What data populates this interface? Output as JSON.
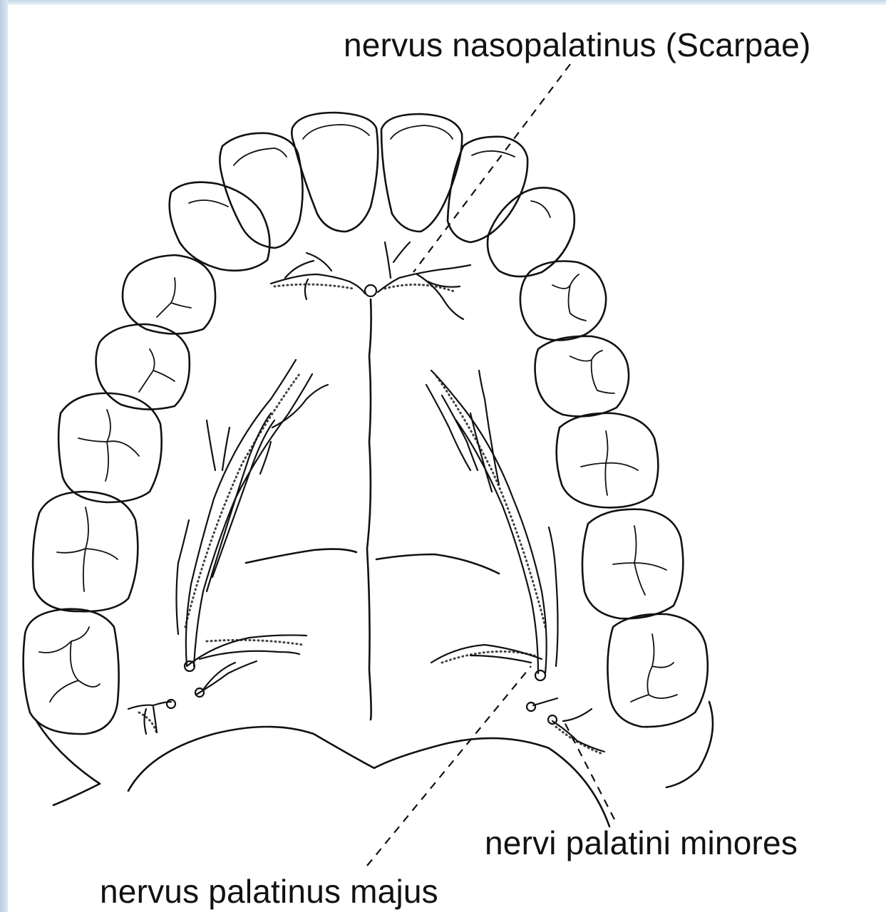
{
  "labels": {
    "nasopalatine": "nervus nasopalatinus (Scarpae)",
    "palatini_minores": "nervi palatini minores",
    "palatinus_majus": "nervus palatinus majus"
  },
  "colors": {
    "ink": "#111111",
    "frame": "#c4d6e8",
    "background": "#ffffff"
  }
}
